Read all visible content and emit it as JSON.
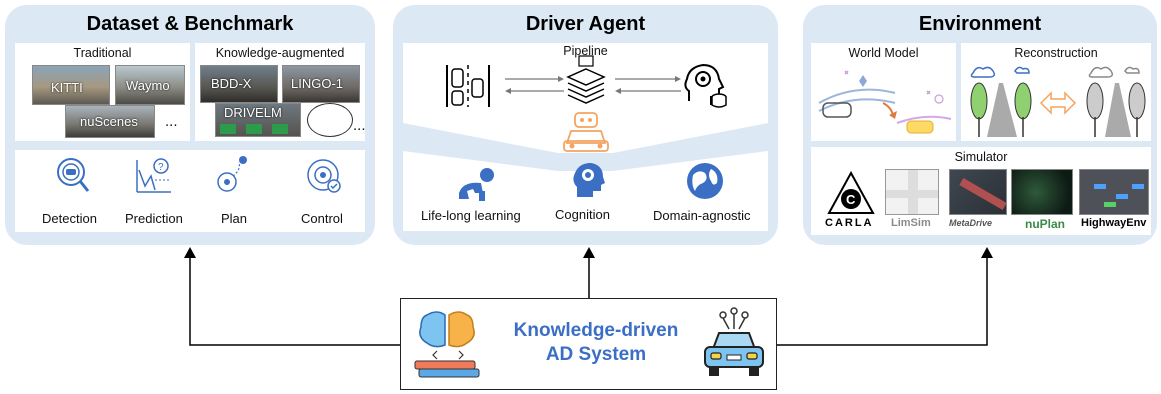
{
  "panels": {
    "dataset": {
      "title": "Dataset & Benchmark",
      "traditional": {
        "label": "Traditional",
        "items": [
          "KITTI",
          "Waymo",
          "nuScenes"
        ],
        "more": "..."
      },
      "knowledge": {
        "label": "Knowledge-augmented",
        "items": [
          "BDD-X",
          "LINGO-1",
          "DRIVELM"
        ],
        "more": "..."
      },
      "tasks": [
        "Detection",
        "Prediction",
        "Plan",
        "Control"
      ]
    },
    "driver": {
      "title": "Driver Agent",
      "pipeline_label": "Pipeline",
      "capabilities": [
        "Life-long learning",
        "Cognition",
        "Domain-agnostic"
      ]
    },
    "environment": {
      "title": "Environment",
      "world_model_label": "World Model",
      "reconstruction_label": "Reconstruction",
      "simulator_label": "Simulator",
      "simulators": [
        "CARLA",
        "LimSim",
        "MetaDrive",
        "nuPlan",
        "HighwayEnv"
      ]
    }
  },
  "center": {
    "line1": "Knowledge-driven",
    "line2": "AD System"
  },
  "colors": {
    "panel": "#dce9f5",
    "accent_blue": "#3b6fc4",
    "orange": "#f4a460"
  }
}
